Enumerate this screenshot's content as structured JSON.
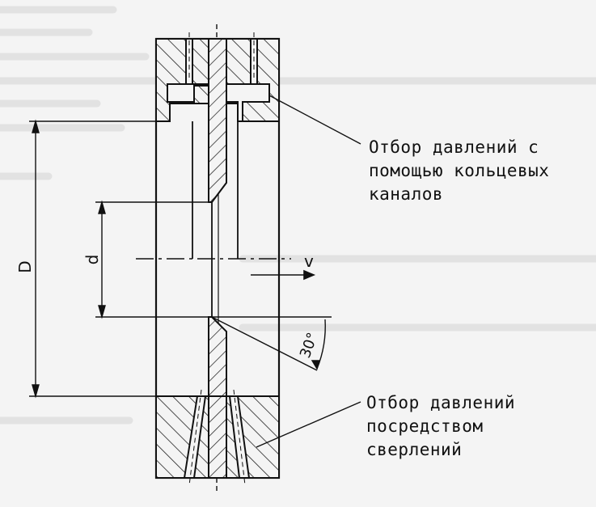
{
  "callouts": {
    "ring_channels": [
      "Отбор давлений с",
      "помощью кольцевых",
      "каналов"
    ],
    "drilled_holes": [
      "Отбор давлений",
      "посредством",
      "сверлений"
    ]
  },
  "dimensions": {
    "pipe_diameter": "D",
    "orifice_diameter": "d",
    "bevel_angle": "30°",
    "flow_velocity": "v"
  }
}
